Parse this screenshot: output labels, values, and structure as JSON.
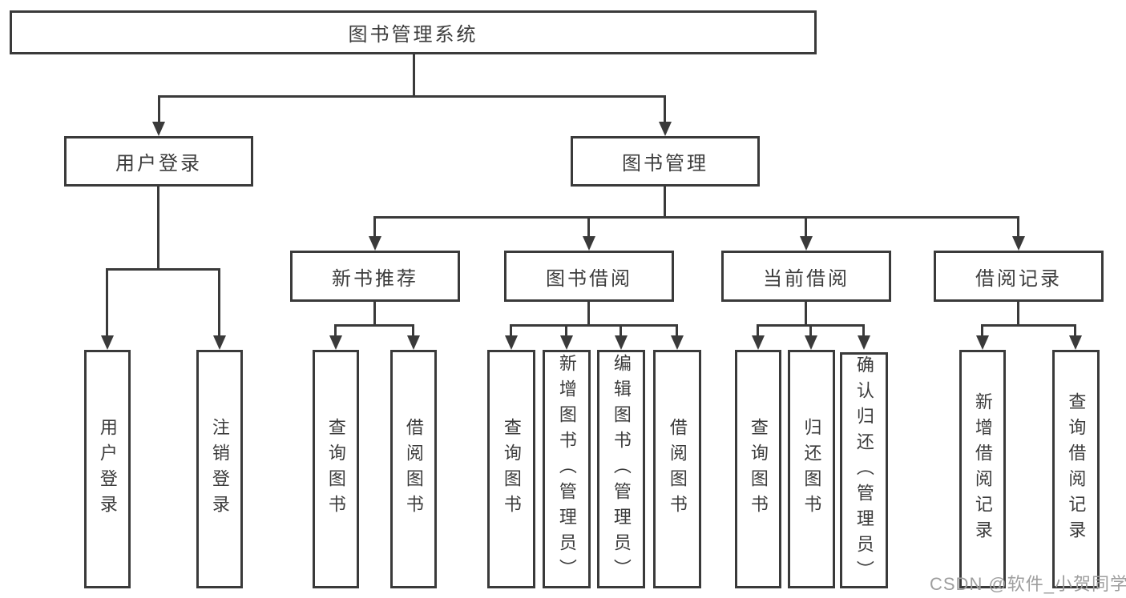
{
  "diagram": {
    "title": "图书管理系统",
    "root": "图书管理系统",
    "branches": [
      "用户登录",
      "图书管理"
    ],
    "sections": [
      "新书推荐",
      "图书借阅",
      "当前借阅",
      "借阅记录"
    ],
    "leaves": [
      "用户登录",
      "注销登录",
      "查询图书",
      "借阅图书",
      "查询图书",
      "新增图书（管理员）",
      "编辑图书（管理员）",
      "借阅图书",
      "查询图书",
      "归还图书",
      "确认归还（管理员）",
      "新增借阅记录",
      "查询借阅记录"
    ]
  },
  "watermark": "CSDN @软件_小贺同学",
  "colors": {
    "line": "#3a3a3a",
    "text": "#3c3c3c",
    "watermark": "#9e9e9e",
    "background": "#ffffff"
  }
}
